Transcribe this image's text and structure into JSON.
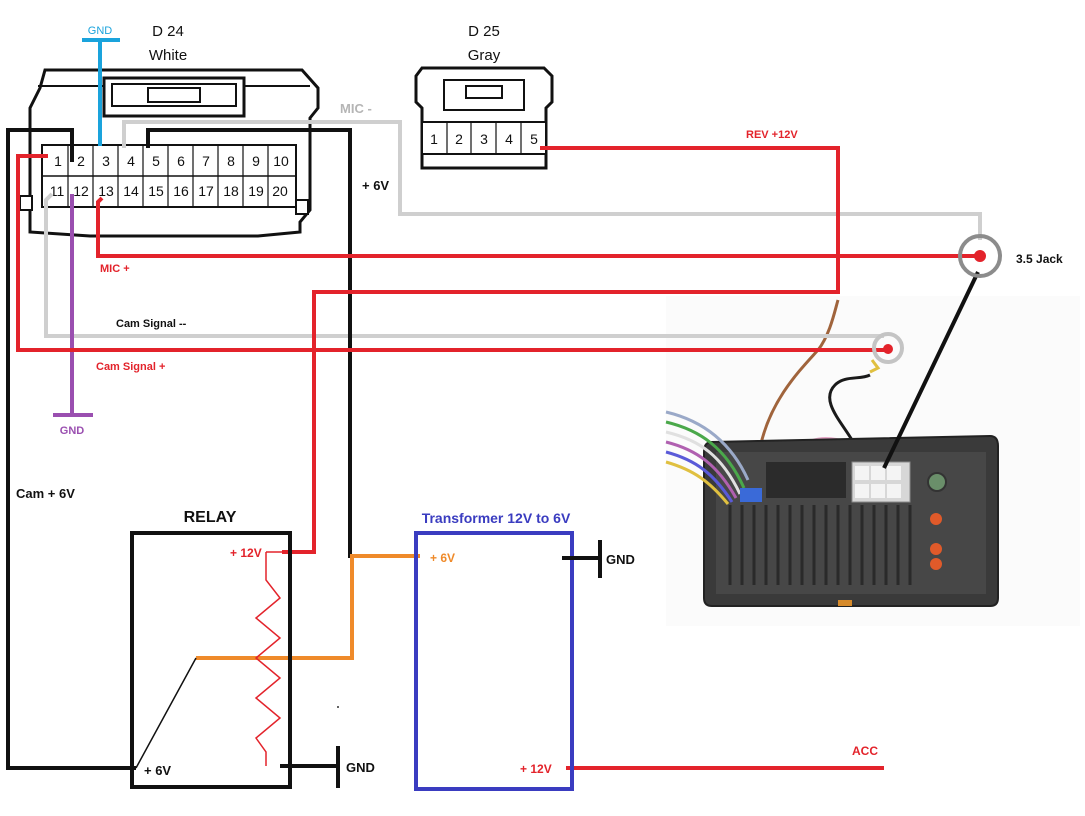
{
  "connectors": {
    "d24": {
      "id": "D 24",
      "color_name": "White",
      "pins_top": [
        "1",
        "2",
        "3",
        "4",
        "5",
        "6",
        "7",
        "8",
        "9",
        "10"
      ],
      "pins_bottom": [
        "11",
        "12",
        "13",
        "14",
        "15",
        "16",
        "17",
        "18",
        "19",
        "20"
      ]
    },
    "d25": {
      "id": "D 25",
      "color_name": "Gray",
      "pins": [
        "1",
        "2",
        "3",
        "4",
        "5"
      ]
    }
  },
  "labels": {
    "gnd_top": "GND",
    "mic_minus": "MIC -",
    "rev_12v": "REV +12V",
    "plus_6v_side": "+ 6V",
    "jack": "3.5 Jack",
    "mic_plus": "MIC +",
    "cam_signal_minus": "Cam Signal --",
    "cam_signal_plus": "Cam Signal +",
    "gnd_purple": "GND",
    "cam_plus_6v": "Cam + 6V",
    "relay_title": "RELAY",
    "relay_plus_12v": "+ 12V",
    "relay_plus_6v": "+ 6V",
    "relay_gnd": "GND",
    "transformer_title": "Transformer 12V to 6V",
    "transformer_plus_6v": "+ 6V",
    "transformer_gnd": "GND",
    "transformer_plus_12v": "+ 12V",
    "acc": "ACC"
  },
  "colors": {
    "red": "#e3232b",
    "black": "#111111",
    "gray": "#cfcfcf",
    "blue_gnd": "#1aa3dc",
    "purple": "#9a4fb0",
    "orange": "#ef8a2a",
    "transformer_blue": "#3a3cc0",
    "brown_wire": "#a0643c"
  },
  "icons": [
    "head-unit-photo",
    "connector-d24",
    "connector-d25",
    "rca-jack",
    "audio-jack-3-5"
  ]
}
